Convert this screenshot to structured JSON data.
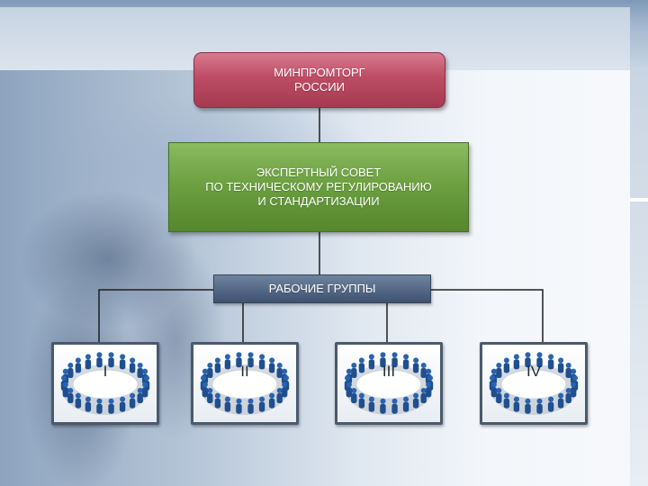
{
  "diagram": {
    "ministry": {
      "label": "МИНПРОМТОРГ\nРОССИИ"
    },
    "council": {
      "label": "ЭКСПЕРТНЫЙ СОВЕТ\nПО ТЕХНИЧЕСКОМУ РЕГУЛИРОВАНИЮ\nИ СТАНДАРТИЗАЦИИ"
    },
    "working_groups": {
      "label": "РАБОЧИЕ ГРУППЫ"
    },
    "groups": [
      {
        "numeral": "I"
      },
      {
        "numeral": "II"
      },
      {
        "numeral": "III"
      },
      {
        "numeral": "IV"
      }
    ]
  },
  "colors": {
    "ministry": "#bd4c64",
    "council": "#6a9e3e",
    "working_groups": "#536884",
    "connector": "#1f1f1f"
  },
  "icons": {
    "group": "people-around-table-icon"
  }
}
